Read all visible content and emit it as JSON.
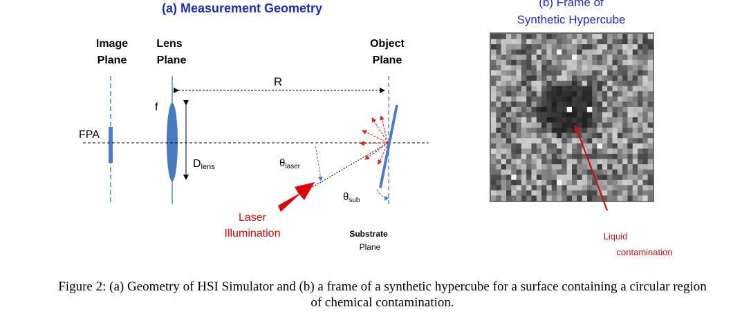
{
  "panel_a": {
    "title": "(a) Measurement Geometry",
    "image_plane": [
      "Image",
      "Plane"
    ],
    "lens_plane": [
      "Lens",
      "Plane"
    ],
    "object_plane": [
      "Object",
      "Plane"
    ],
    "distance_label": "R",
    "focal_label": "f",
    "fpa_label": "FPA",
    "d_lens": {
      "main": "D",
      "sub": "lens"
    },
    "theta_laser": {
      "main": "θ",
      "sub": "laser"
    },
    "theta_sub": {
      "main": "θ",
      "sub": "sub"
    },
    "laser_label": [
      "Laser",
      "Illumination"
    ],
    "substrate_label": [
      "Substrate",
      "Plane"
    ]
  },
  "panel_b": {
    "title": [
      "(b) Frame of",
      "Synthetic Hypercube"
    ],
    "annotation": [
      "Liquid",
      "contamination"
    ]
  },
  "caption": {
    "line1": "Figure 2: (a) Geometry of HSI Simulator and (b) a frame of a synthetic hypercube for a surface containing a circular region",
    "line2": "of chemical contamination."
  },
  "colors": {
    "title_blue": "#1a2fb0",
    "plane_blue": "#4a7dc9",
    "lens_blue": "#4a7ac0",
    "laser_red": "#dd0000",
    "annotation_red": "#cc1111"
  }
}
